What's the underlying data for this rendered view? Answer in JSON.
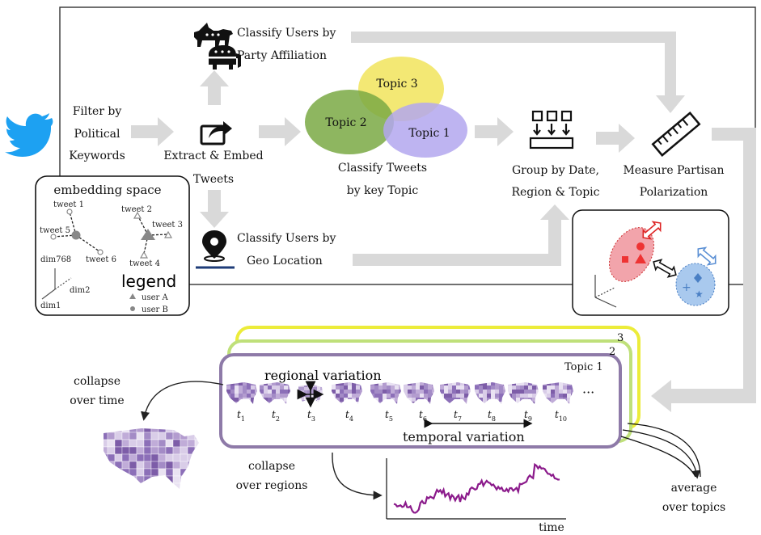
{
  "pipeline": {
    "filter": [
      "Filter by",
      "Political",
      "Keywords"
    ],
    "extract": [
      "Extract & Embed",
      "Tweets"
    ],
    "party": [
      "Classify Users by",
      "Party Affiliation"
    ],
    "geo": [
      "Classify Users by",
      "Geo Location"
    ],
    "classify_topic": [
      "Classify Tweets",
      "by key Topic"
    ],
    "group": [
      "Group by Date,",
      "Region & Topic"
    ],
    "measure": [
      "Measure Partisan",
      "Polarization"
    ]
  },
  "topics": [
    "Topic 1",
    "Topic 2",
    "Topic 3"
  ],
  "embedding": {
    "title": "embedding space",
    "tweets": [
      "tweet 1",
      "tweet 2",
      "tweet 3",
      "tweet 4",
      "tweet 5",
      "tweet 6"
    ],
    "dims": [
      "dim768",
      "dim2",
      "dim1"
    ],
    "legend_title": "legend",
    "legend_items": [
      "user A",
      "user B"
    ]
  },
  "stack": {
    "layer_numbers": [
      "3",
      "2"
    ],
    "front_label": "Topic 1",
    "regional": "regional variation",
    "temporal": "temporal variation",
    "ellipsis": "···",
    "times": [
      "1",
      "2",
      "3",
      "4",
      "5",
      "6",
      "7",
      "8",
      "9",
      "10"
    ]
  },
  "collapse_time": [
    "collapse",
    "over time"
  ],
  "collapse_regions": [
    "collapse",
    "over regions"
  ],
  "average": [
    "average",
    "over topics"
  ],
  "plot": {
    "xlabel": "time"
  },
  "colors": {
    "arrow_gray": "#d6d6d6",
    "topic1": "#b3a7ef",
    "topic2": "#7aa944",
    "topic3": "#f1e45c",
    "stack_purple": "#8e7aa8",
    "stack_green": "#bfe07a",
    "stack_yellow": "#ecec3a",
    "series_purple": "#8b1a8b",
    "red_cluster": "#f2a4ab",
    "blue_cluster": "#a9c9ee",
    "twitter_blue": "#1da1f2"
  },
  "icons": [
    "twitter-bird-icon",
    "share-icon",
    "democrat-donkey-icon",
    "republican-elephant-icon",
    "location-pin-icon",
    "grouping-icon",
    "ruler-icon",
    "us-map-icon"
  ]
}
